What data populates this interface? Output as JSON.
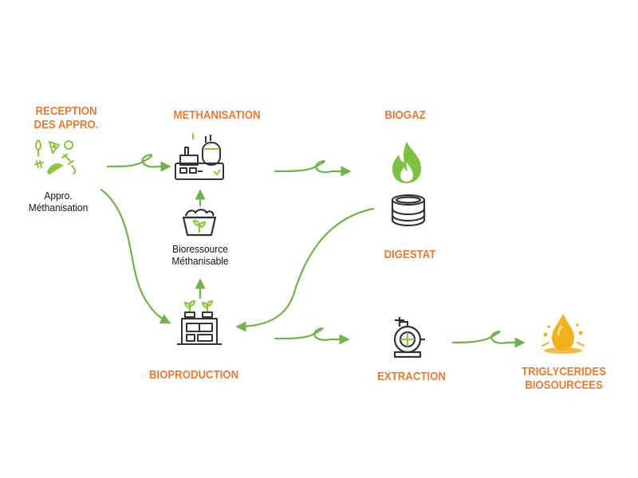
{
  "nodes": {
    "reception": {
      "title_line1": "RECEPTION",
      "title_line2": "DES APPRO.",
      "sub_line1": "Appro.",
      "sub_line2": "Méthanisation"
    },
    "methanisation": {
      "title": "METHANISATION"
    },
    "bioressource": {
      "sub_line1": "Bioressource",
      "sub_line2": "Méthanisable"
    },
    "bioproduction": {
      "title": "BIOPRODUCTION"
    },
    "biogaz": {
      "title": "BIOGAZ"
    },
    "digestat": {
      "title": "DIGESTAT"
    },
    "extraction": {
      "title": "EXTRACTION"
    },
    "triglycerides": {
      "title_line1": "TRIGLYCERIDES",
      "title_line2": "BIOSOURCEES"
    }
  },
  "colors": {
    "title": "#ec7a33",
    "arrow": "#6fb44a",
    "icon_stroke": "#333333",
    "icon_accent": "#8cc63f",
    "flame": "#7cc242",
    "oil": "#f2b01e"
  },
  "icons": [
    "food-waste-icon",
    "biogas-plant-icon",
    "biomass-basket-icon",
    "greenhouse-icon",
    "flame-icon",
    "digestate-tank-icon",
    "extraction-pump-icon",
    "oil-drop-icon"
  ]
}
